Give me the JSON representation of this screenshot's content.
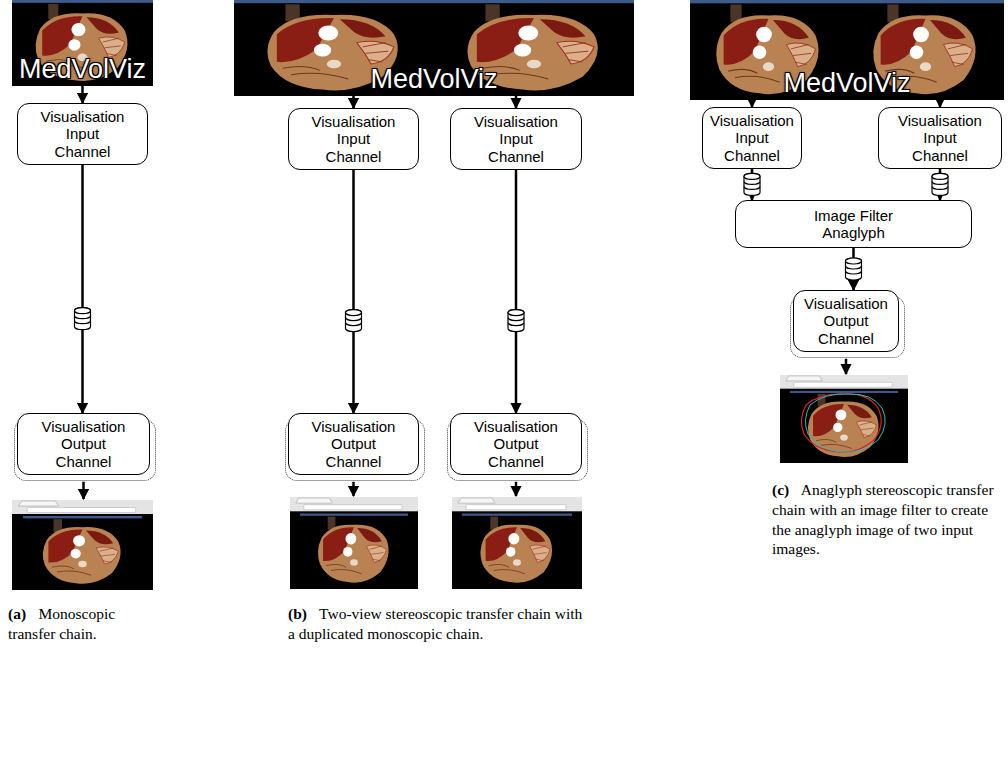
{
  "diagram": {
    "nodes": [
      {
        "text": [
          "MedVolViz"
        ]
      },
      {
        "text": [
          "Visualisation Input Channel"
        ]
      },
      {
        "text": [
          "Visualisation Output Channel"
        ]
      },
      {
        "text": [
          "MedVolViz"
        ]
      },
      {
        "text": [
          "Visualisation Input Channel"
        ]
      },
      {
        "text": [
          "Visualisation Input Channel"
        ]
      },
      {
        "text": [
          "Visualisation Output Channel"
        ]
      },
      {
        "text": [
          "Visualisation Output Channel"
        ]
      },
      {
        "text": [
          "MedVolViz"
        ]
      },
      {
        "text": [
          "Visualisation Input Channel"
        ]
      },
      {
        "text": [
          "Visualisation Input Channel"
        ]
      },
      {
        "text": [
          "Image Filter Anaglyph"
        ]
      },
      {
        "text": [
          "Visualisation Output Channel"
        ]
      }
    ],
    "edges": [
      {
        "from": 0,
        "to": 1,
        "arrow": "to"
      },
      {
        "from": 1,
        "to": 2,
        "arrow": "to"
      },
      {
        "from": 3,
        "to": 4,
        "arrow": "to"
      },
      {
        "from": 3,
        "to": 5,
        "arrow": "to"
      },
      {
        "from": 4,
        "to": 6,
        "arrow": "to"
      },
      {
        "from": 5,
        "to": 7,
        "arrow": "to"
      },
      {
        "from": 8,
        "to": 9,
        "arrow": "to"
      },
      {
        "from": 8,
        "to": 10,
        "arrow": "to"
      },
      {
        "from": 9,
        "to": 11,
        "arrow": "to"
      },
      {
        "from": 10,
        "to": 11,
        "arrow": "to"
      },
      {
        "from": 11,
        "to": 12,
        "arrow": "to"
      }
    ],
    "labels": [
      "(a)",
      "Monoscopic transfer chain.",
      "(b)",
      "Two-view stereoscopic transfer chain with a duplicated monoscopic chain.",
      "(c)",
      "Anaglyph stereoscopic transfer chain with an image filter to create the anaglyph image of two input images."
    ]
  }
}
